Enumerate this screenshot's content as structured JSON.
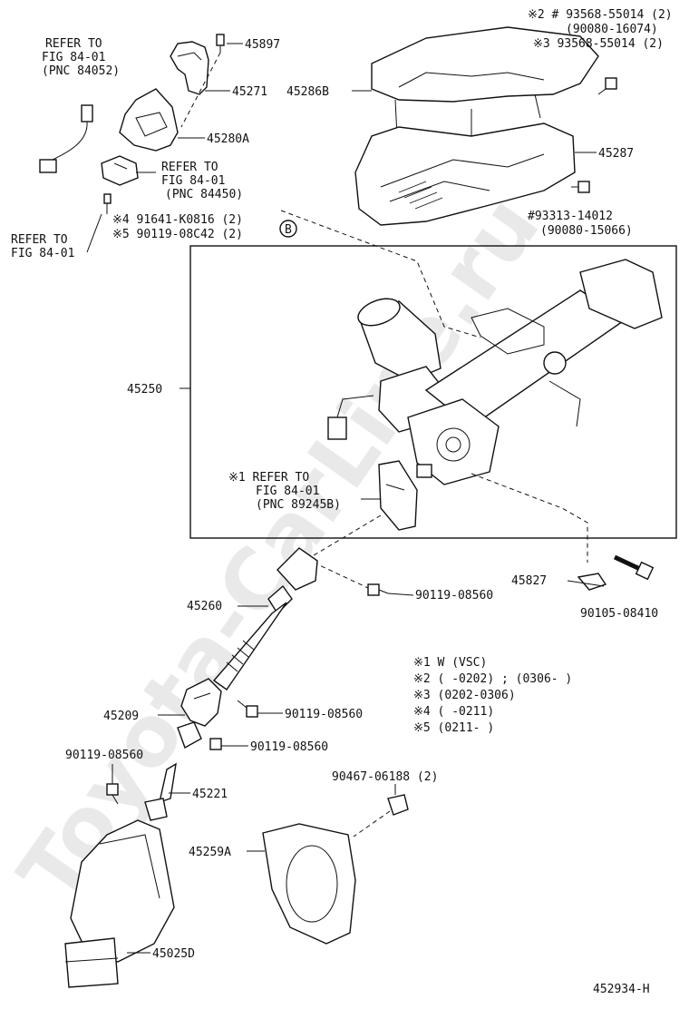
{
  "watermark": "Toyota-CarLine.ru",
  "figure_id": "452934-H",
  "parts": {
    "p45897": "45897",
    "p45271": "45271",
    "p45286B": "45286B",
    "p45280A": "45280A",
    "p45287": "45287",
    "p45250": "45250",
    "p45827": "45827",
    "p90105": "90105-08410",
    "p45260": "45260",
    "p90119_a": "90119-08560",
    "p45209": "45209",
    "p90119_b": "90119-08560",
    "p90119_c": "90119-08560",
    "p90119_d": "90119-08560",
    "p45221": "45221",
    "p90467": "90467-06188 (2)",
    "p45259A": "45259A",
    "p45025D": "45025D"
  },
  "refs": {
    "ref_a": [
      "REFER TO",
      "FIG 84-01",
      "(PNC 84052)"
    ],
    "ref_b": [
      "REFER TO",
      "FIG 84-01",
      "(PNC 84450)"
    ],
    "ref_c": [
      "REFER TO",
      "FIG 84-01"
    ],
    "ref_d": [
      "※1 REFER TO",
      "FIG 84-01",
      "(PNC 89245B)"
    ]
  },
  "notes_top_right": {
    "line1": "※2 # 93568-55014 (2)",
    "line2": "(90080-16074)",
    "line3": "※3  93568-55014 (2)"
  },
  "notes_screw": {
    "line1": "#93313-14012",
    "line2": "(90080-15066)"
  },
  "notes_left_mid": {
    "line1": "※4 91641-K0816 (2)",
    "line2": "※5 90119-08C42 (2)"
  },
  "circle_marker": "B",
  "legend": [
    "※1 W (VSC)",
    "※2 (      -0202) ; (0306-      )",
    "※3 (0202-0306)",
    "※4 (      -0211)",
    "※5 (0211-      )"
  ]
}
